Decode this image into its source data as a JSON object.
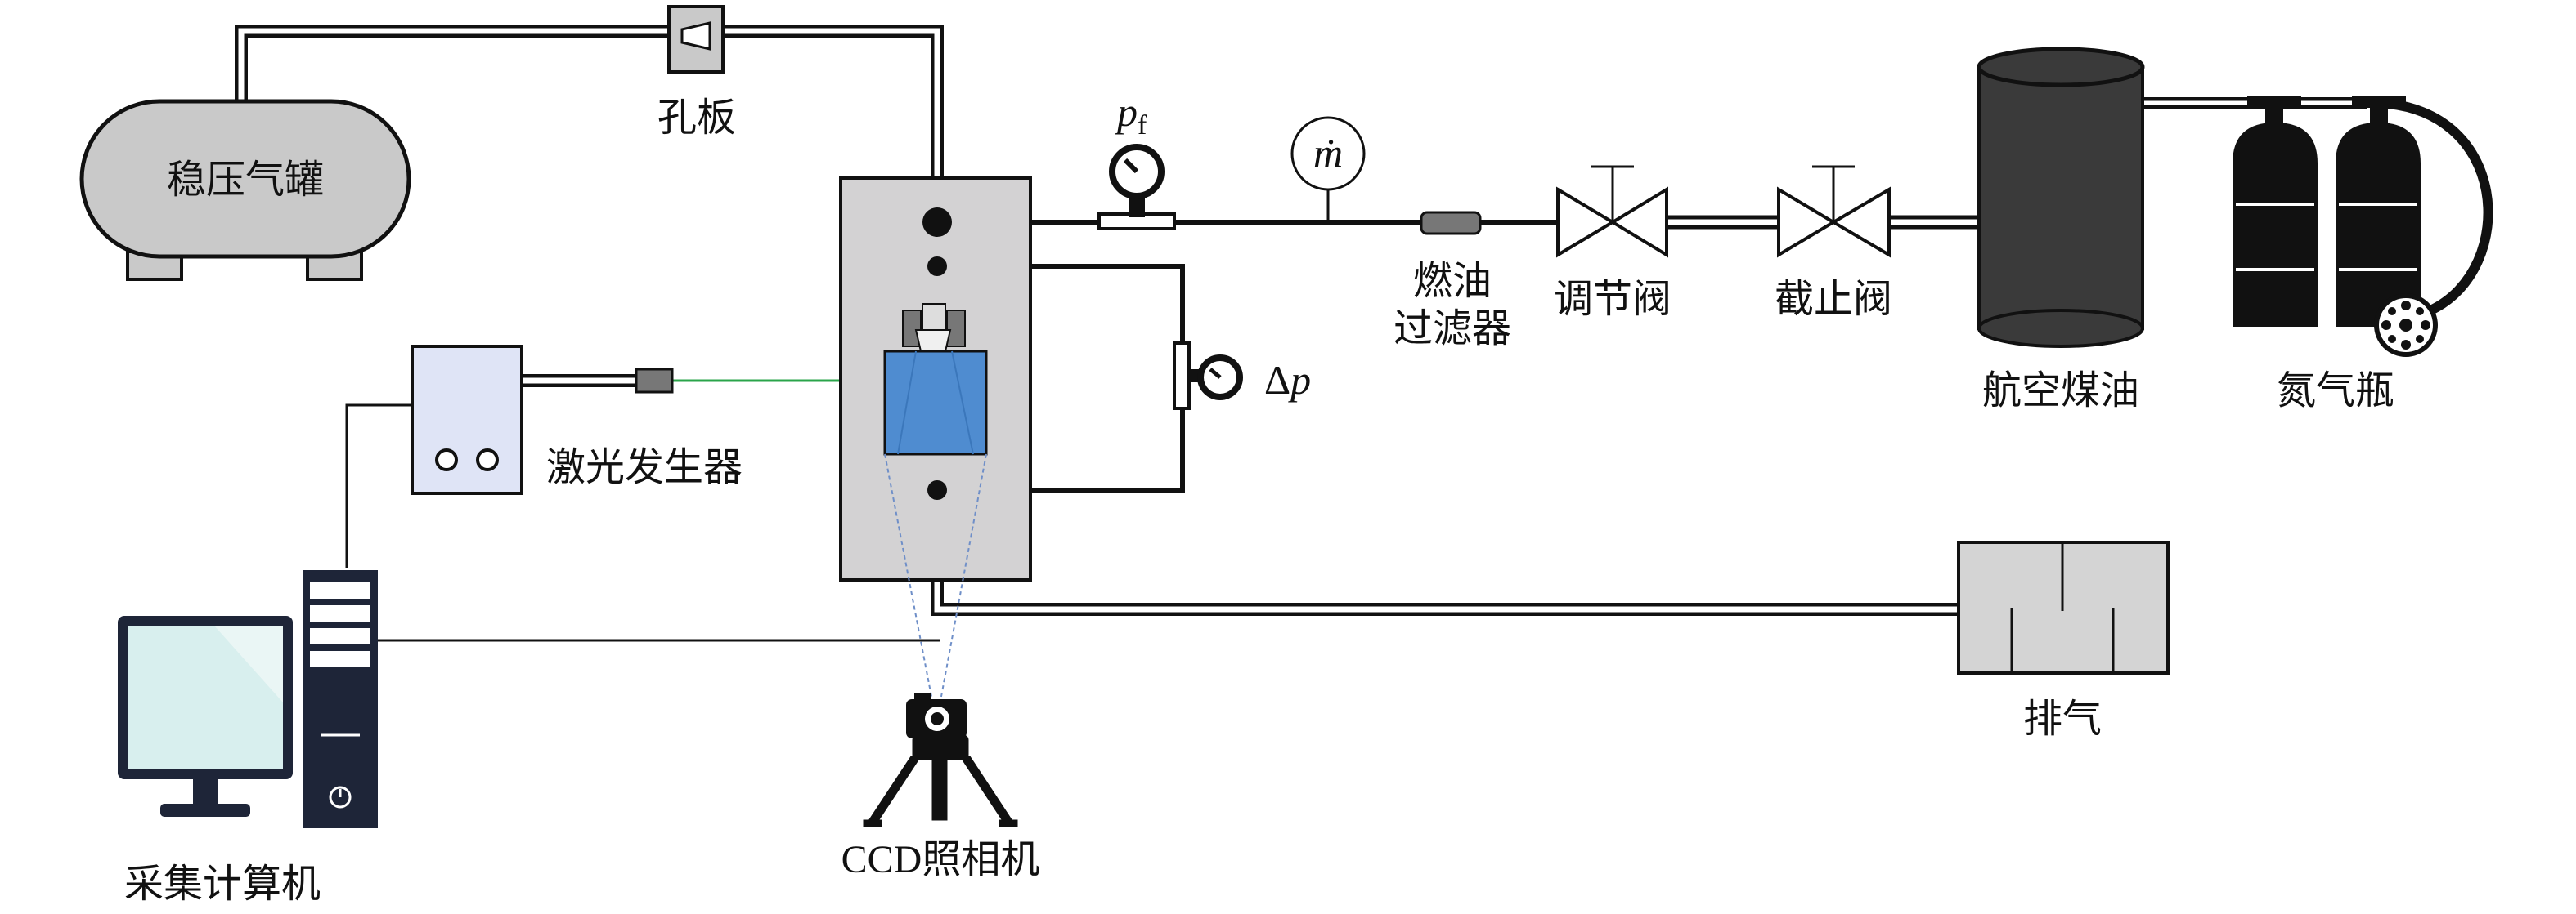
{
  "diagram": {
    "labels": {
      "tank": "稳压气罐",
      "orifice": "孔板",
      "pressure_symbol": "p",
      "pressure_subscript": "f",
      "massflow_symbol": "ṁ",
      "fuel_filter_line1": "燃油",
      "fuel_filter_line2": "过滤器",
      "regulating_valve": "调节阀",
      "stop_valve": "截止阀",
      "aviation_kerosene": "航空煤油",
      "nitrogen_bottle": "氮气瓶",
      "delta_p_delta": "Δ",
      "delta_p_p": "p",
      "laser": "激光发生器",
      "exhaust": "排气",
      "ccd_camera": "CCD照相机",
      "computer": "采集计算机"
    },
    "colors": {
      "tank_fill": "#c9c9c9",
      "chamber_fill": "#d3d2d3",
      "laser_box_fill": "#dfe4f6",
      "window_fill": "#4f8cd0",
      "laser_beam": "#2aa44a",
      "kerosene_tank_fill": "#3a3a3a",
      "bottle_fill": "#111111",
      "monitor_screen": "#d8efee",
      "tower_fill": "#1e2538",
      "exhaust_fill": "#d4d4d4",
      "view_cone": "#6f8fc8"
    }
  }
}
